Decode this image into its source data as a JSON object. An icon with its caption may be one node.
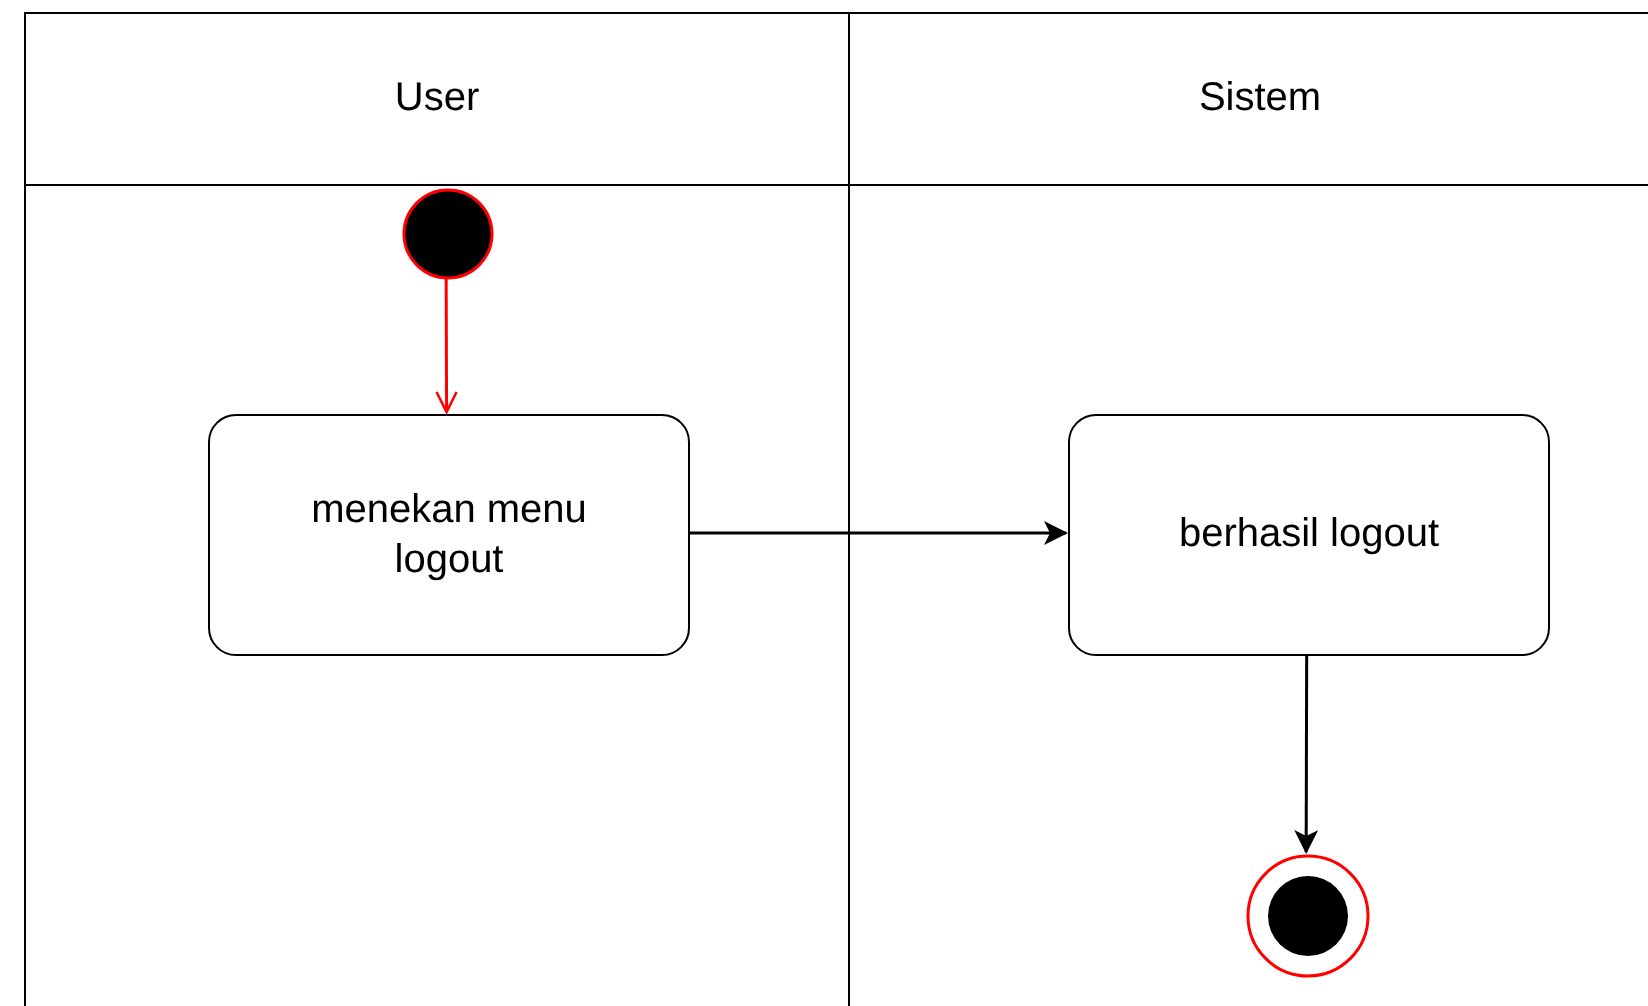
{
  "diagram": {
    "nodes": [
      {
        "text": [
          "User"
        ]
      },
      {
        "text": [
          "Sistem"
        ]
      },
      {
        "text": [],
        "shape": "circle",
        "in": 0
      },
      {
        "text": [
          "menekan menu logout"
        ],
        "in": 0
      },
      {
        "text": [
          "berhasil logout"
        ],
        "in": 1
      },
      {
        "text": [],
        "shape": "circle",
        "in": 1
      }
    ],
    "edges": [
      {
        "from": 2,
        "to": 3,
        "arrow": "to",
        "color": "#ff0000"
      },
      {
        "from": 3,
        "to": 4,
        "arrow": "to"
      },
      {
        "from": 4,
        "to": 5,
        "arrow": "to"
      }
    ]
  }
}
